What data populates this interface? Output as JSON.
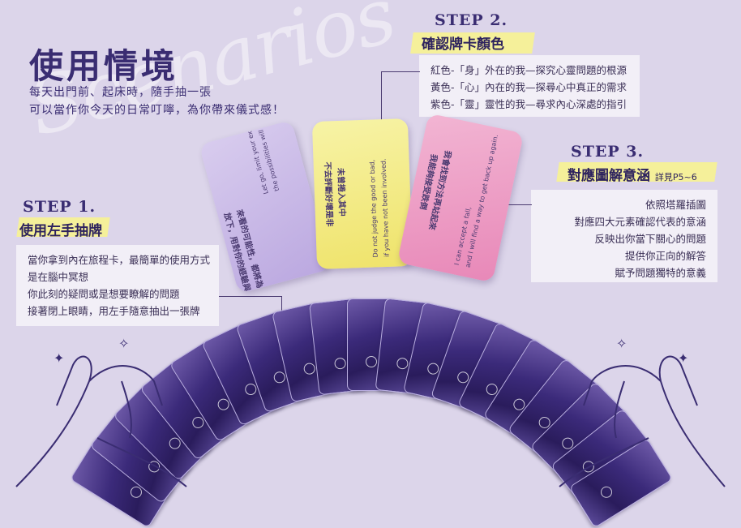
{
  "main_title": "使用情境",
  "subtitle_lines": "每天出門前、起床時，隨手抽一張\n可以當作你今天的日常叮嚀，為你帶來儀式感！",
  "step1": {
    "label": "STEP 1.",
    "title": "使用左手抽牌",
    "lines": [
      "當你拿到內在旅程卡，最簡單的使用方式",
      "是在腦中冥想",
      "你此刻的疑問或是想要瞭解的問題",
      "接著閉上眼睛，用左手隨意抽出一張牌"
    ]
  },
  "step2": {
    "label": "STEP 2.",
    "title": "確認牌卡顏色",
    "lines": [
      "紅色-「身」外在的我—探究心靈問題的根源",
      "黃色-「心」內在的我—探尋心中真正的需求",
      "紫色-「靈」靈性的我—尋求內心深處的指引"
    ]
  },
  "step3": {
    "label": "STEP 3.",
    "title": "對應圖解意涵",
    "note": "詳見P5~6",
    "lines": [
      "依照塔羅插圖",
      "對應四大元素確認代表的意涵",
      "反映出你當下關心的問題",
      "提供你正向的解答",
      "賦予問題獨特的意義"
    ]
  },
  "cards": {
    "purple": {
      "zh1": "放下，用對你的經驗與想法",
      "zh2": "來看的可能性，都將為你敞開",
      "en1": "Let go, limit your experiences and thoughts,",
      "en2": "the possibilities will be open to you."
    },
    "yellow": {
      "zh1": "不去評斷好壞是非",
      "zh2": "未曾捲入其中",
      "en1": "Do not judge the good or bad,",
      "en2": "if you have not been involved."
    },
    "pink": {
      "zh1": "我能夠接受跌倒",
      "zh2": "我會找到方法再站起來",
      "en1": "I can accept a fall,",
      "en2": "and I will find a way to get back up again."
    }
  },
  "background_script": "Scenarios",
  "colors": {
    "background": "#dcd5ea",
    "title": "#3a2d72",
    "highlight": "#f5f09a",
    "card_purple": "#c9b8e6",
    "card_yellow": "#f4ee86",
    "card_pink": "#ee9cc4",
    "deck": "#3b2a7a"
  }
}
